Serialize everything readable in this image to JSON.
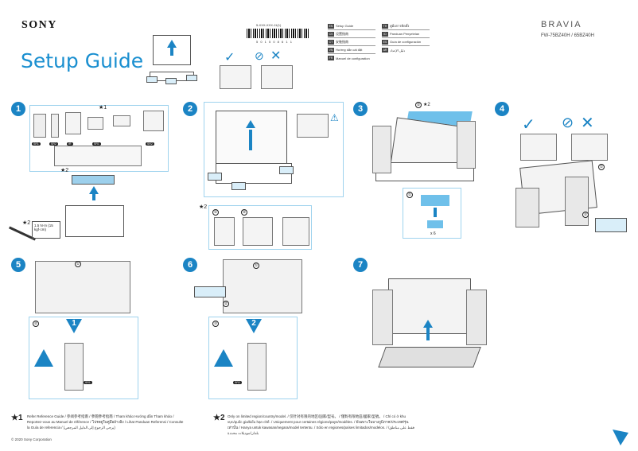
{
  "header": {
    "brand": "SONY",
    "title": "Setup Guide",
    "product_line": "BRAVIA",
    "models": "FW-75BZ40H / 65BZ40H",
    "part_number": "5-XXX-XXX-11(1)",
    "barcode_number": "5 0 1 5 0 8 6 1 1"
  },
  "languages": [
    {
      "code": "EN",
      "label": "Setup Guide"
    },
    {
      "code": "CS",
      "label": "设置指南"
    },
    {
      "code": "CT",
      "label": "安裝指南"
    },
    {
      "code": "VN",
      "label": "Hướng dẫn cài đặt"
    },
    {
      "code": "FR",
      "label": "Manuel de configuration"
    },
    {
      "code": "TH",
      "label": "คู่มือการติดตั้ง"
    },
    {
      "code": "ID",
      "label": "Panduan Penyetelan"
    },
    {
      "code": "ES",
      "label": "Guía de configuración"
    },
    {
      "code": "AR",
      "label": "دليل الإعداد"
    }
  ],
  "steps": {
    "s1": {
      "number": "1",
      "acc_labels": [
        "SR1",
        "SR2",
        "IR",
        "SR1",
        "SR2"
      ],
      "note_star1": "★1",
      "note_star2": "★2",
      "screw_spec": "1.5 N·m (15 kgf·cm)"
    },
    "s2": {
      "number": "2",
      "sub1": "①",
      "sub2": "②",
      "star": "★2"
    },
    "s3": {
      "number": "3",
      "sub1": "①",
      "sub2": "②",
      "star": "★2",
      "count": "x 6"
    },
    "s4": {
      "number": "4",
      "sub1": "①",
      "sub2": "②"
    },
    "s5": {
      "number": "5",
      "sub1": "①",
      "sub2": "②",
      "badge": "1",
      "label": "SR1"
    },
    "s6": {
      "number": "6",
      "sub1": "①",
      "sub2": "②",
      "sub3": "③",
      "badge": "2",
      "label": "SR2"
    },
    "s7": {
      "number": "7"
    }
  },
  "notes": {
    "star1_mark": "★1",
    "star1_text": "Refer Reference Guide / 参阅参考指南 / 參閱參考指南 / Tham khảo Hướng dẫn Tham khảo / Reportez-vous au Manuel de référence / โปรดดูในคู่มืออ้างอิง / Lihat Panduan Referensi / Consulte la Guía de referencia / (يرجى الرجوع إلى الدليل المرجعي)",
    "star2_mark": "★2",
    "star2_text": "Only on limited region/country/model. / 仅针对有限的地区/国家/型号。 / 僅對有限地區/國家/型號。 / Chỉ có ở khu vực/quốc gia/kiểu hạn chế. / Uniquement pour certaines régions/pays/modèles. / มีเฉพาะในบางภูมิภาค/ประเทศ/รุ่นเท่านั้น / Hanya untuk kawasan/negara/model tertentu. / Sólo en regiones/países limitados/modelos. / فقط على مناطق/بلدان/موديلات محددة"
  },
  "footer": {
    "copyright": "© 2020 Sony Corporation"
  }
}
